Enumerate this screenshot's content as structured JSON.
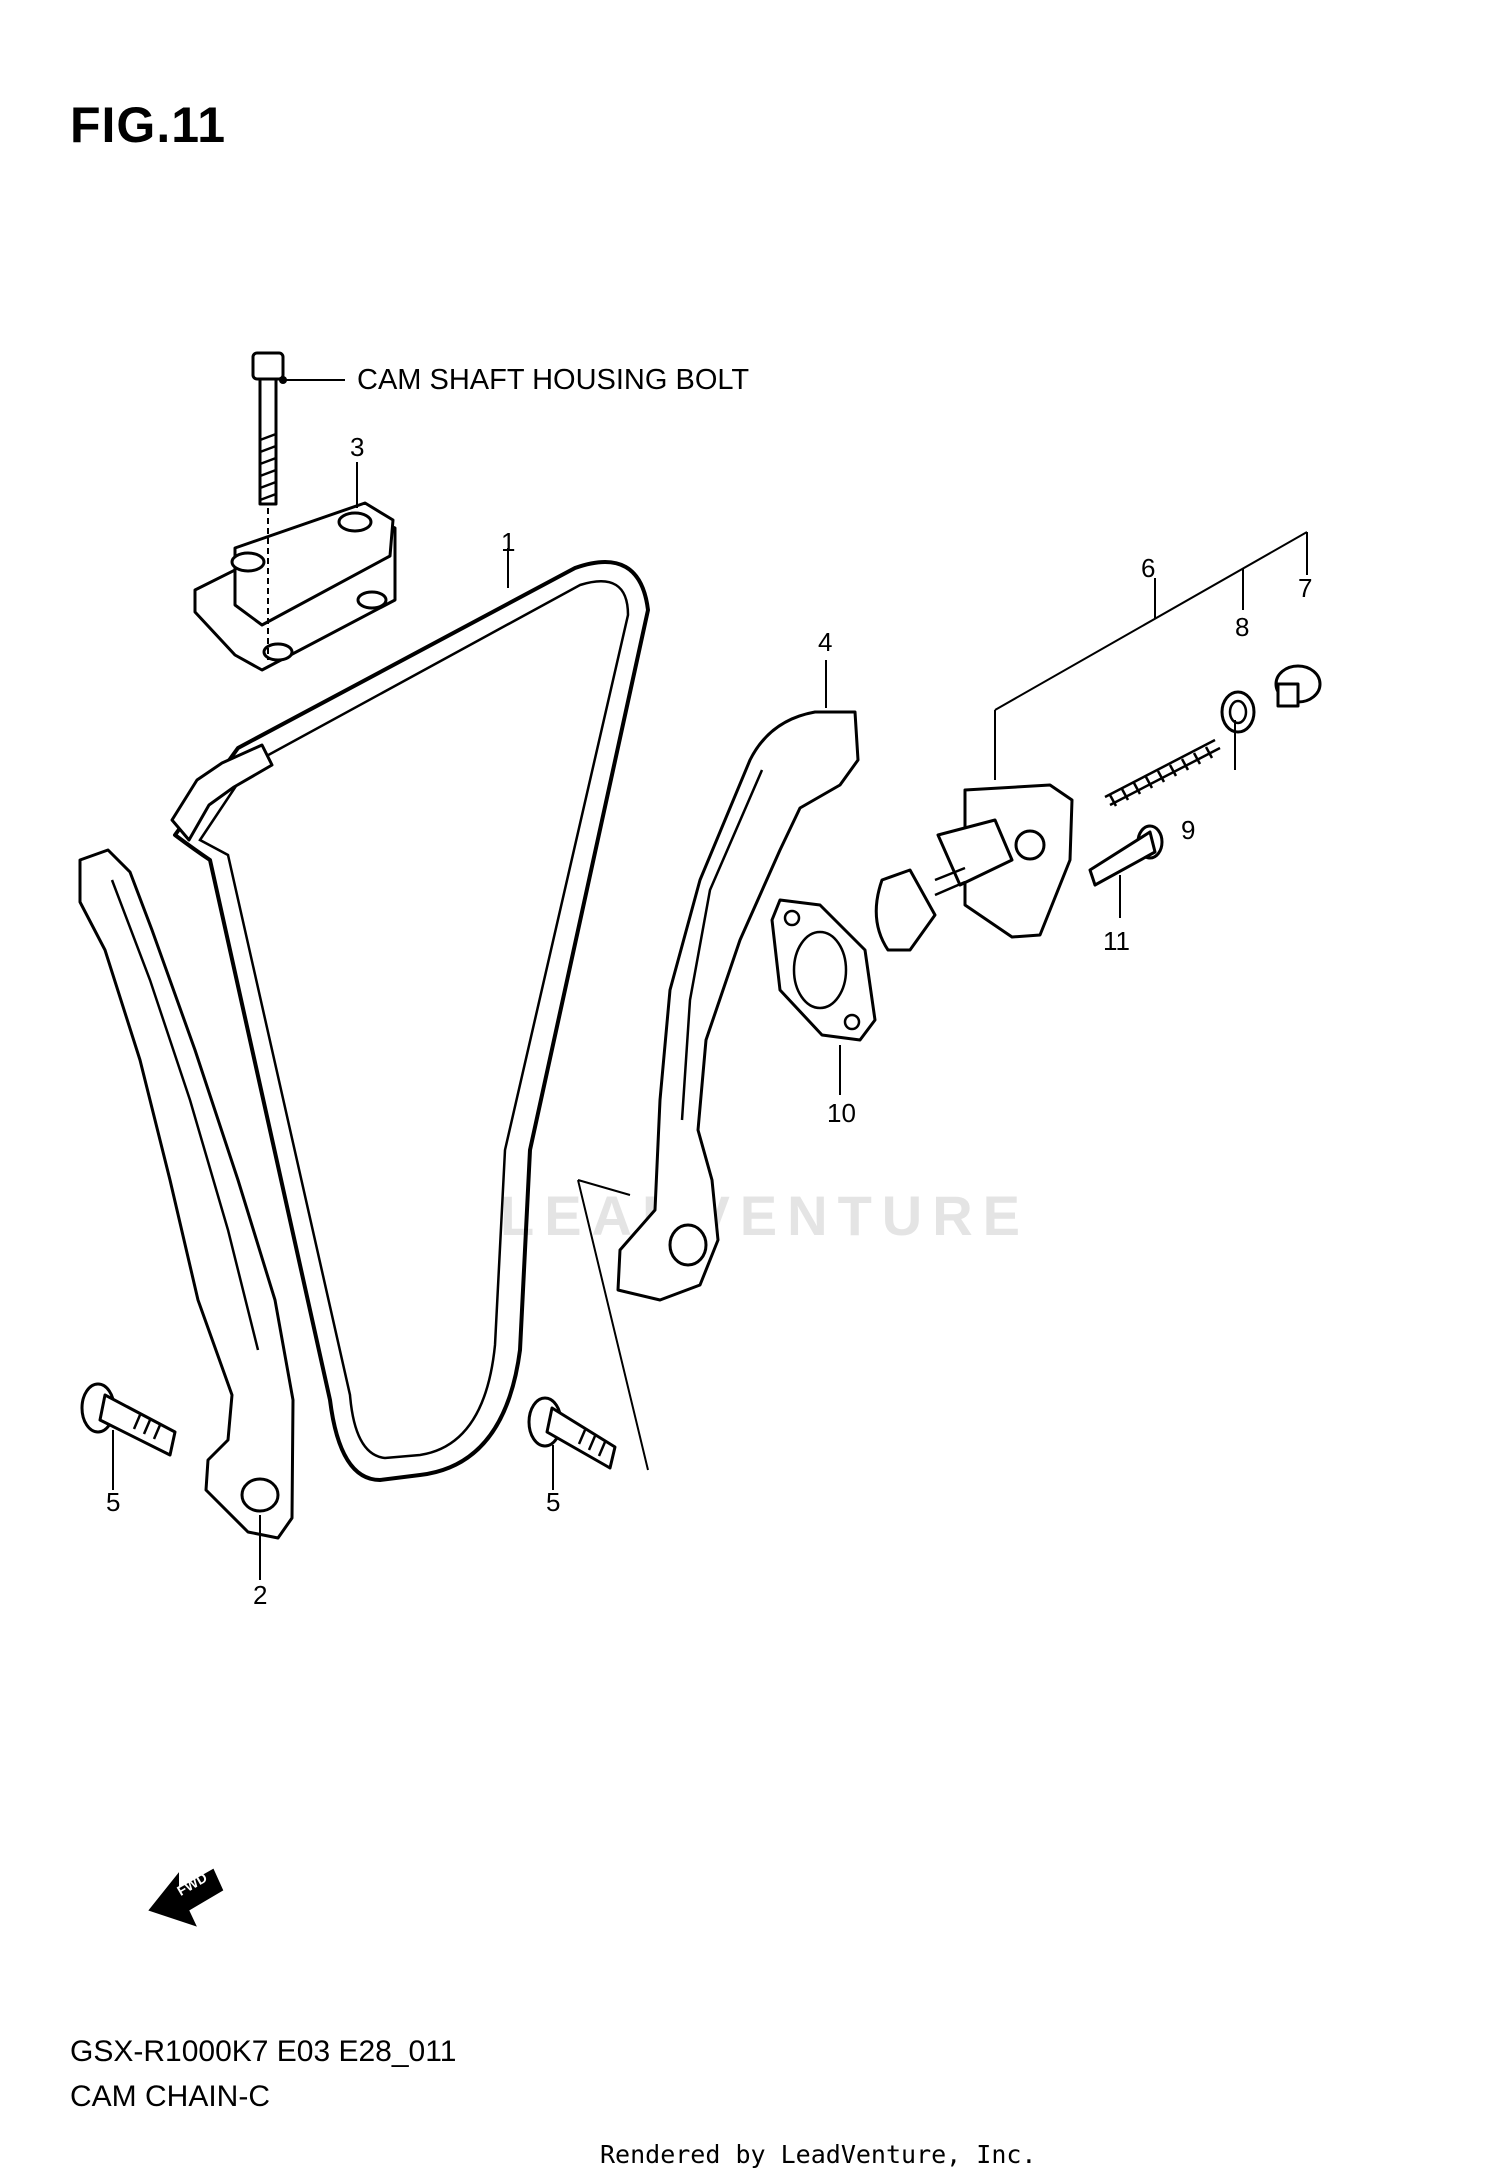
{
  "figure": {
    "title": "FIG.11"
  },
  "callouts": {
    "cam_shaft_housing_bolt": "CAM SHAFT HOUSING BOLT",
    "p1": "1",
    "p2": "2",
    "p3": "3",
    "p4": "4",
    "p5a": "5",
    "p5b": "5",
    "p6": "6",
    "p7": "7",
    "p8": "8",
    "p9": "9",
    "p10": "10",
    "p11": "11"
  },
  "fwd_arrow": {
    "label": "FWD"
  },
  "footer": {
    "model_code": "GSX-R1000K7 E03 E28_011",
    "section": "CAM CHAIN-C",
    "rendered_by": "Rendered by LeadVenture, Inc."
  },
  "watermark": {
    "text": "LEADVENTURE"
  }
}
